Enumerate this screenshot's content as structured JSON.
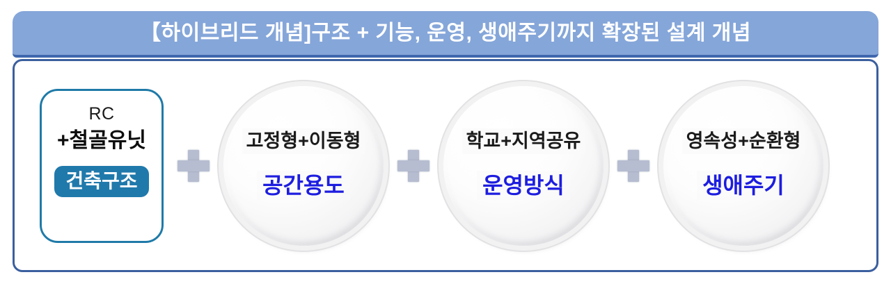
{
  "header": {
    "title": "【하이브리드 개념]구조 + 기능, 운영, 생애주기까지 확장된 설계 개념",
    "bar_color": "#85a6d9",
    "border_color": "#3f67ae",
    "text_color": "#ffffff"
  },
  "panel": {
    "border_color": "#3b5f9e",
    "background": "#ffffff"
  },
  "separators": {
    "plus_label": "+",
    "plus_color": "#b6bdd1",
    "count": 3
  },
  "items": [
    {
      "shape": "rounded-square",
      "top_label": "RC",
      "sub_label": "+철골유닛",
      "badge_label": "건축구조",
      "border_color": "#1f7aa8",
      "badge_color": "#2079ab",
      "badge_text_color": "#ffffff"
    },
    {
      "shape": "circle",
      "top_label": "고정형+이동형",
      "bottom_label": "공간용도",
      "top_color": "#1a1a1a",
      "bottom_color": "#1d1de0"
    },
    {
      "shape": "circle",
      "top_label": "학교+지역공유",
      "bottom_label": "운영방식",
      "top_color": "#1a1a1a",
      "bottom_color": "#1d1de0"
    },
    {
      "shape": "circle",
      "top_label": "영속성+순환형",
      "bottom_label": "생애주기",
      "top_color": "#1a1a1a",
      "bottom_color": "#1d1de0"
    }
  ]
}
